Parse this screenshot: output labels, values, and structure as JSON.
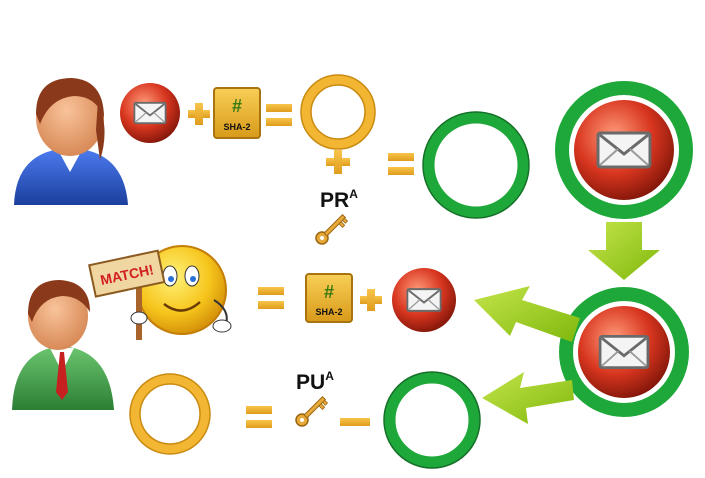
{
  "labels": {
    "private_key": "PR",
    "private_key_sup": "A",
    "public_key": "PU",
    "public_key_sup": "A",
    "match_sign": "MATCH!",
    "hash_symbol": "#",
    "hash_algo": "SHA-2"
  },
  "colors": {
    "gold": "#f2b632",
    "gold_dark": "#c98b12",
    "green": "#1fa83a",
    "green_arrow": "#9bd11c",
    "red_seal": "#d8361f",
    "sender_shirt": "#2a57c8",
    "receiver_shirt": "#3ea34a"
  },
  "icons": {
    "sender": "person-icon",
    "receiver": "person-icon",
    "message": "envelope-icon",
    "hash": "hash-box-icon",
    "key": "key-icon",
    "smiley": "smiley-icon"
  }
}
